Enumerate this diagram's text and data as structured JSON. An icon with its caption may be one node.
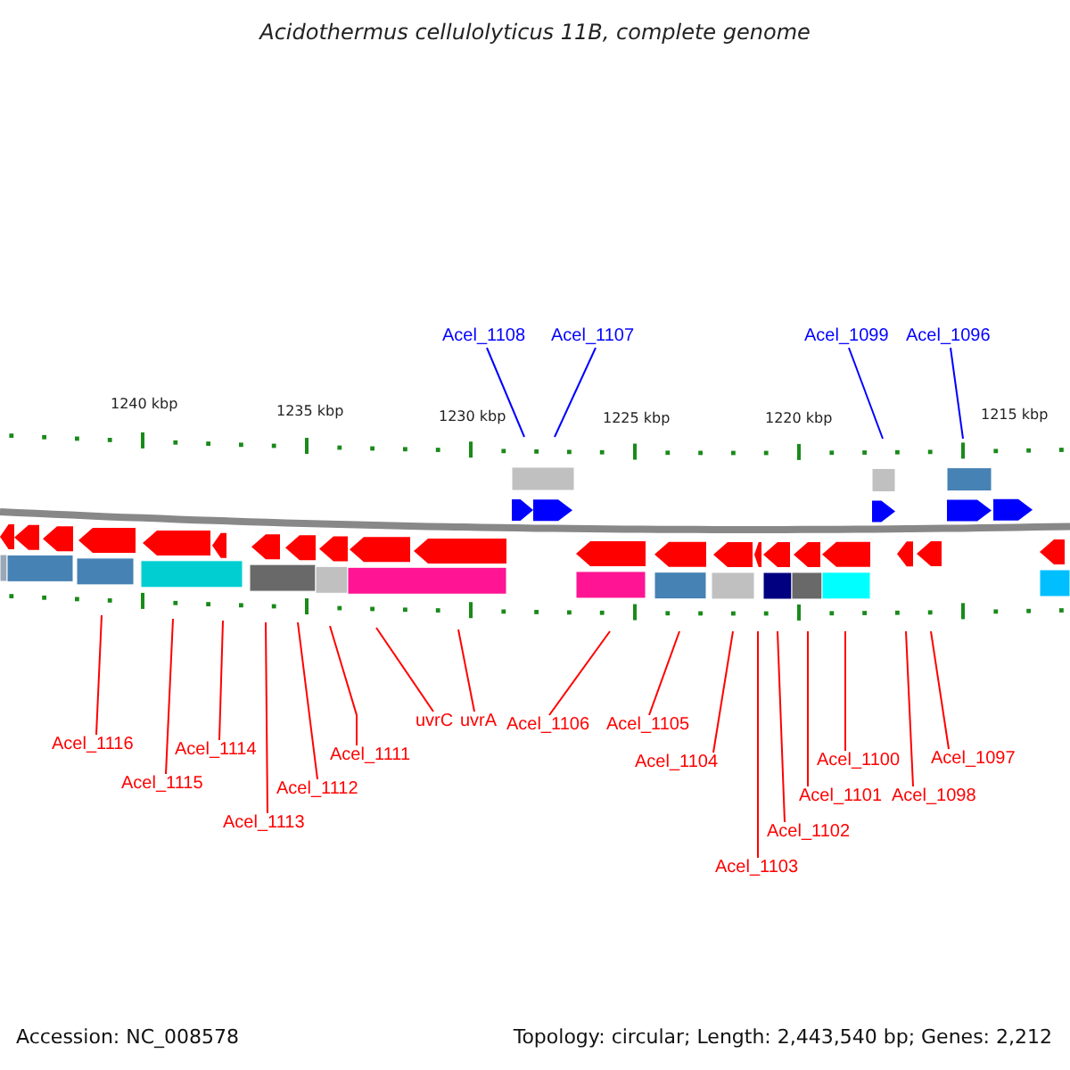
{
  "diagram": {
    "title": "Acidothermus cellulolyticus 11B, complete genome",
    "nodes": [
      {
        "text": [
          "Acel_1108"
        ]
      },
      {
        "text": [
          "Acel_1107"
        ]
      },
      {
        "text": [
          "Acel_1099"
        ]
      },
      {
        "text": [
          "Acel_1096"
        ]
      },
      {
        "text": [
          "Acel_1116"
        ]
      },
      {
        "text": [
          "Acel_1115"
        ]
      },
      {
        "text": [
          "Acel_1114"
        ]
      },
      {
        "text": [
          "Acel_1113"
        ]
      },
      {
        "text": [
          "Acel_1112"
        ]
      },
      {
        "text": [
          "Acel_1111"
        ]
      },
      {
        "text": [
          "uvrC"
        ]
      },
      {
        "text": [
          "uvrA"
        ]
      },
      {
        "text": [
          "Acel_1106"
        ]
      },
      {
        "text": [
          "Acel_1105"
        ]
      },
      {
        "text": [
          "Acel_1104"
        ]
      },
      {
        "text": [
          "Acel_1103"
        ]
      },
      {
        "text": [
          "Acel_1102"
        ]
      },
      {
        "text": [
          "Acel_1101"
        ]
      },
      {
        "text": [
          "Acel_1100"
        ]
      },
      {
        "text": [
          "Acel_1098"
        ]
      },
      {
        "text": [
          "Acel_1097"
        ]
      }
    ],
    "edges": [
      {
        "from": 0,
        "to": null,
        "arrow": "none",
        "color": "#0000ff"
      },
      {
        "from": 1,
        "to": null,
        "arrow": "none",
        "color": "#0000ff"
      },
      {
        "from": 2,
        "to": null,
        "arrow": "none",
        "color": "#0000ff"
      },
      {
        "from": 3,
        "to": null,
        "arrow": "none",
        "color": "#0000ff"
      },
      {
        "from": 4,
        "to": null,
        "arrow": "none"
      },
      {
        "from": 5,
        "to": null,
        "arrow": "none"
      },
      {
        "from": 6,
        "to": null,
        "arrow": "none"
      },
      {
        "from": 7,
        "to": null,
        "arrow": "none"
      },
      {
        "from": 8,
        "to": null,
        "arrow": "none"
      },
      {
        "from": 9,
        "to": null,
        "arrow": "none"
      },
      {
        "from": 10,
        "to": null,
        "arrow": "none"
      },
      {
        "from": 11,
        "to": null,
        "arrow": "none"
      },
      {
        "from": 12,
        "to": null,
        "arrow": "none"
      },
      {
        "from": 13,
        "to": null,
        "arrow": "none"
      },
      {
        "from": 14,
        "to": null,
        "arrow": "none"
      },
      {
        "from": 15,
        "to": null,
        "arrow": "none"
      },
      {
        "from": 16,
        "to": null,
        "arrow": "none"
      },
      {
        "from": 17,
        "to": null,
        "arrow": "none"
      },
      {
        "from": 18,
        "to": null,
        "arrow": "none"
      },
      {
        "from": 19,
        "to": null,
        "arrow": "none"
      },
      {
        "from": 20,
        "to": null,
        "arrow": "none"
      }
    ],
    "labels": [
      "1240 kbp",
      "1235 kbp",
      "1230 kbp",
      "1225 kbp",
      "1220 kbp",
      "1215 kbp",
      "Accession: NC_008578",
      "Topology: circular; Length: 2,443,540 bp; Genes: 2,212"
    ]
  }
}
